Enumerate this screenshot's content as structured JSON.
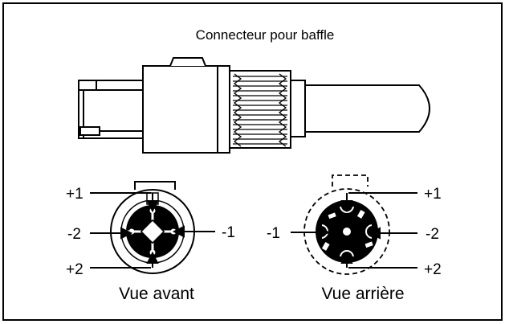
{
  "diagram": {
    "title": "Connecteur pour baffle",
    "front_view": {
      "caption": "Vue avant",
      "pins": {
        "plus1": "+1",
        "minus2": "-2",
        "minus1": "-1",
        "plus2": "+2"
      }
    },
    "rear_view": {
      "caption": "Vue arrière",
      "pins": {
        "plus1": "+1",
        "minus1": "-1",
        "minus2": "-2",
        "plus2": "+2"
      }
    }
  }
}
